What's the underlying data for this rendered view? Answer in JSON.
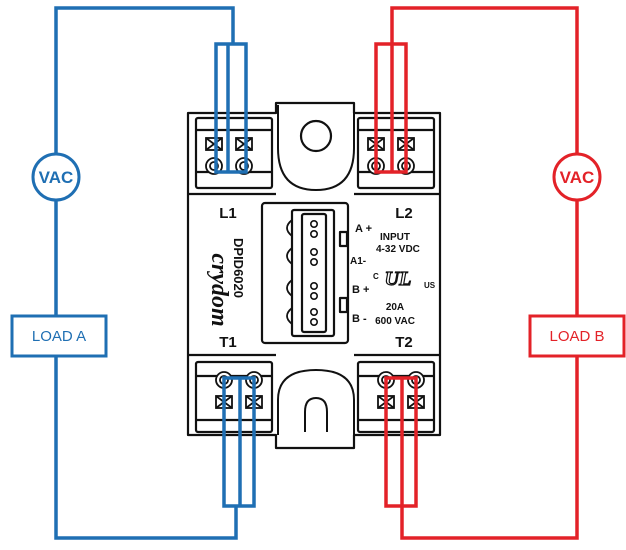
{
  "colors": {
    "circuit_a": "#1f6fb3",
    "circuit_b": "#e32228",
    "relay_outline": "#111111"
  },
  "circuit_a": {
    "meter_label": "VAC",
    "load_label": "LOAD A"
  },
  "circuit_b": {
    "meter_label": "VAC",
    "load_label": "LOAD B"
  },
  "relay": {
    "brand": "crydom",
    "model": "DPID6020",
    "terminal_l1": "L1",
    "terminal_l2": "L2",
    "terminal_t1": "T1",
    "terminal_t2": "T2",
    "pin_a_plus": "A +",
    "pin_a_minus": "A1-",
    "pin_b_plus": "B +",
    "pin_b_minus": "B -",
    "input_label": "INPUT",
    "input_range": "4-32 VDC",
    "cert_mark": "UL",
    "cert_prefix": "C",
    "cert_suffix": "US",
    "rating_current": "20A",
    "rating_voltage": "600 VAC"
  }
}
